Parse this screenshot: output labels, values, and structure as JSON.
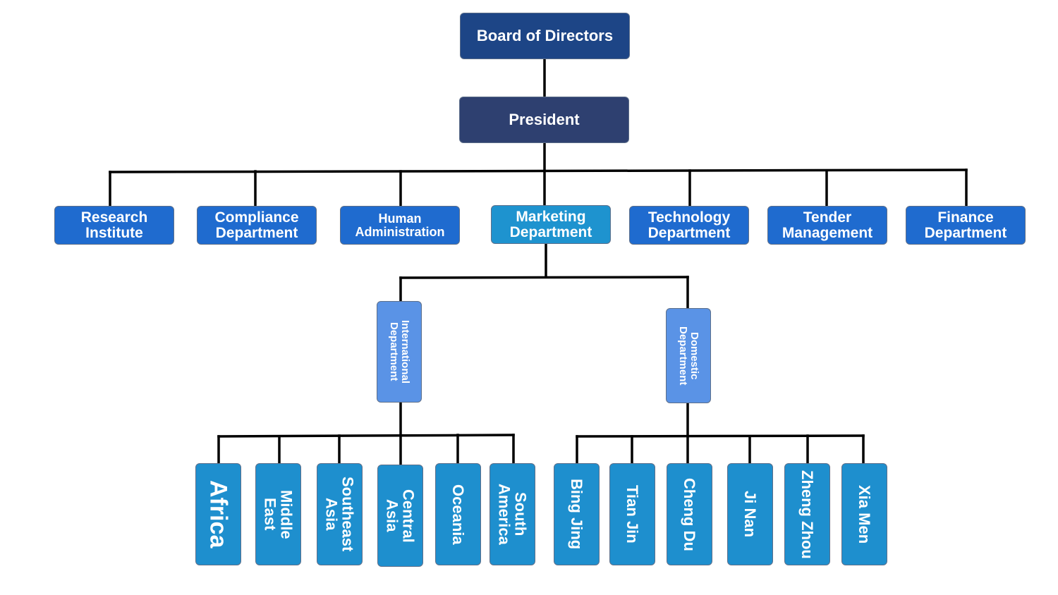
{
  "colors": {
    "board": "#1d4586",
    "president": "#2e4070",
    "department": "#1f6bcf",
    "marketing": "#1e93cf",
    "sub_department": "#5a93e6",
    "region": "#1e8fce",
    "connector": "#000000"
  },
  "board": {
    "label": "Board of Directors"
  },
  "president": {
    "label": "President"
  },
  "departments": [
    {
      "label": "Research\nInstitute"
    },
    {
      "label": "Compliance\nDepartment"
    },
    {
      "label": "Human\nAdministration"
    },
    {
      "label": "Marketing\nDepartment"
    },
    {
      "label": "Technology\nDepartment"
    },
    {
      "label": "Tender\nManagement"
    },
    {
      "label": "Finance\nDepartment"
    }
  ],
  "sub_departments": [
    {
      "label": "International\nDepartment"
    },
    {
      "label": "Domestic\nDepartment"
    }
  ],
  "international_regions": [
    {
      "label": "Africa"
    },
    {
      "label": "Middle\nEast"
    },
    {
      "label": "Southeast\nAsia"
    },
    {
      "label": "Central\nAsia"
    },
    {
      "label": "Oceania"
    },
    {
      "label": "South\nAmerica"
    }
  ],
  "domestic_cities": [
    {
      "label": "Bing Jing"
    },
    {
      "label": "Tian Jin"
    },
    {
      "label": "Cheng Du"
    },
    {
      "label": "Ji Nan"
    },
    {
      "label": "Zheng Zhou"
    },
    {
      "label": "Xia Men"
    }
  ]
}
